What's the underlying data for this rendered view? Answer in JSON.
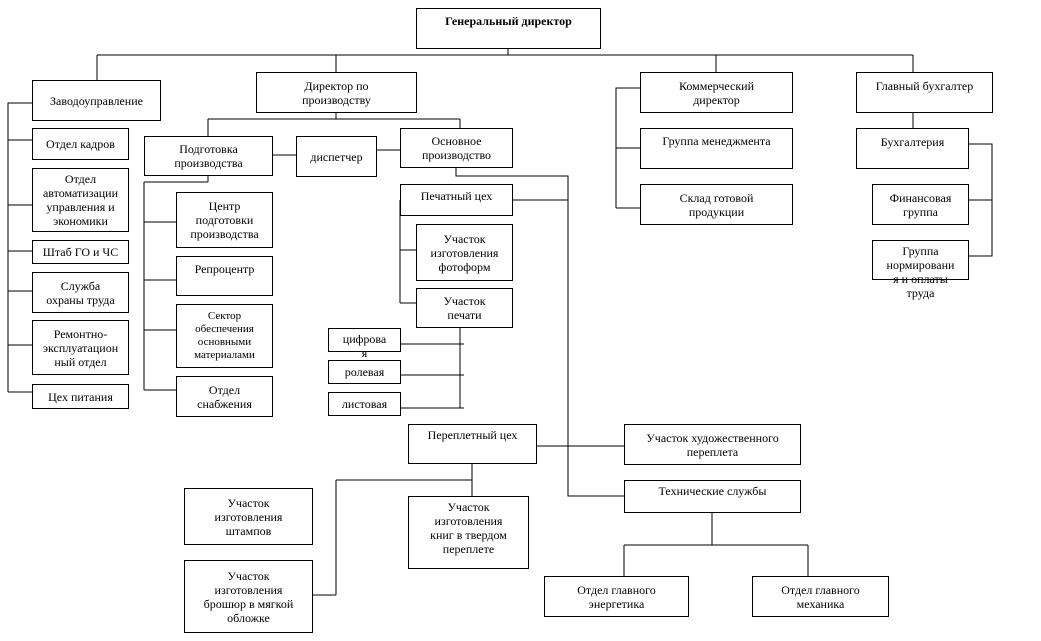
{
  "diagram": {
    "general_director": "Генеральный директор",
    "plant_management": "Заводоуправление",
    "hr_department": "Отдел кадров",
    "automation_department": "Отдел\nавтоматизации\nуправления и\nэкономики",
    "civil_defense": "Штаб ГО и ЧС",
    "labor_safety": "Служба\nохраны труда",
    "repair_department": "Ремонтно-\nэксплуатацион\nный отдел",
    "canteen": "Цех питания",
    "production_director": "Директор по\nпроизводству",
    "production_preparation": "Подготовка\nпроизводства",
    "dispatcher": "диспетчер",
    "main_production": "Основное\nпроизводство",
    "prep_center": "Центр\nподготовки\nпроизводства",
    "reprocenter": "Репроцентр",
    "materials_sector": "Сектор\nобеспечения\nосновными\nматериалами",
    "supply_department": "Отдел\nснабжения",
    "print_shop": "Печатный цех",
    "photoform_area": "Участок\nизготовления\nфотоформ",
    "printing_area": "Участок\nпечати",
    "digital": "цифрова\nя",
    "roll": "ролевая",
    "sheet": "листовая",
    "binding_shop": "Переплетный цех",
    "art_binding_area": "Участок художественного\nпереплета",
    "technical_services": "Технические службы",
    "stamps_area": "Участок\nизготовления\nштампов",
    "hardcover_area": "Участок\nизготовления\nкниг в твердом\nпереплете",
    "softcover_area": "Участок\nизготовления\nброшюр в мягкой\nобложке",
    "chief_power_engineer": "Отдел главного\nэнергетика",
    "chief_mechanic": "Отдел главного\nмеханика",
    "commercial_director": "Коммерческий\nдиректор",
    "management_group": "Группа менеджмента",
    "finished_goods_warehouse": "Склад готовой\nпродукции",
    "chief_accountant": "Главный бухгалтер",
    "accounting": "Бухгалтерия",
    "finance_group": "Финансовая\nгруппа",
    "payroll_group": "Группа\nнормировани\nя и оплаты\nтруда"
  }
}
